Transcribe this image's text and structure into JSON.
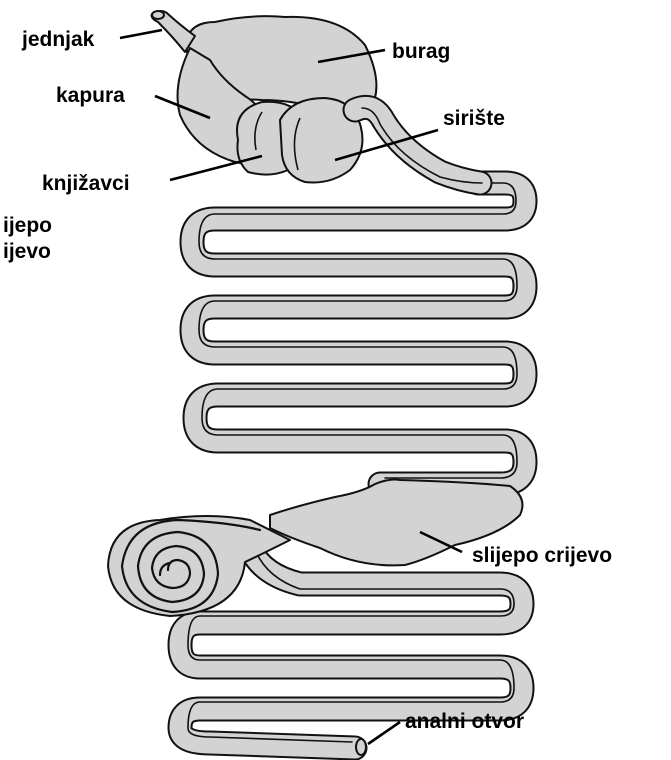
{
  "labels": {
    "esophagus": "jednjak",
    "rumen": "burag",
    "reticulum": "kapura",
    "abomasum": "sirište",
    "omasum": "knjižavci",
    "small_intestine_line1": "ijepo",
    "small_intestine_line2": "ijevo",
    "cecum": "slijepo crijevo",
    "anus": "analni otvor"
  },
  "colors": {
    "organ_fill": "#d3d3d3",
    "outline": "#111111",
    "text": "#000000",
    "background": "#ffffff"
  }
}
